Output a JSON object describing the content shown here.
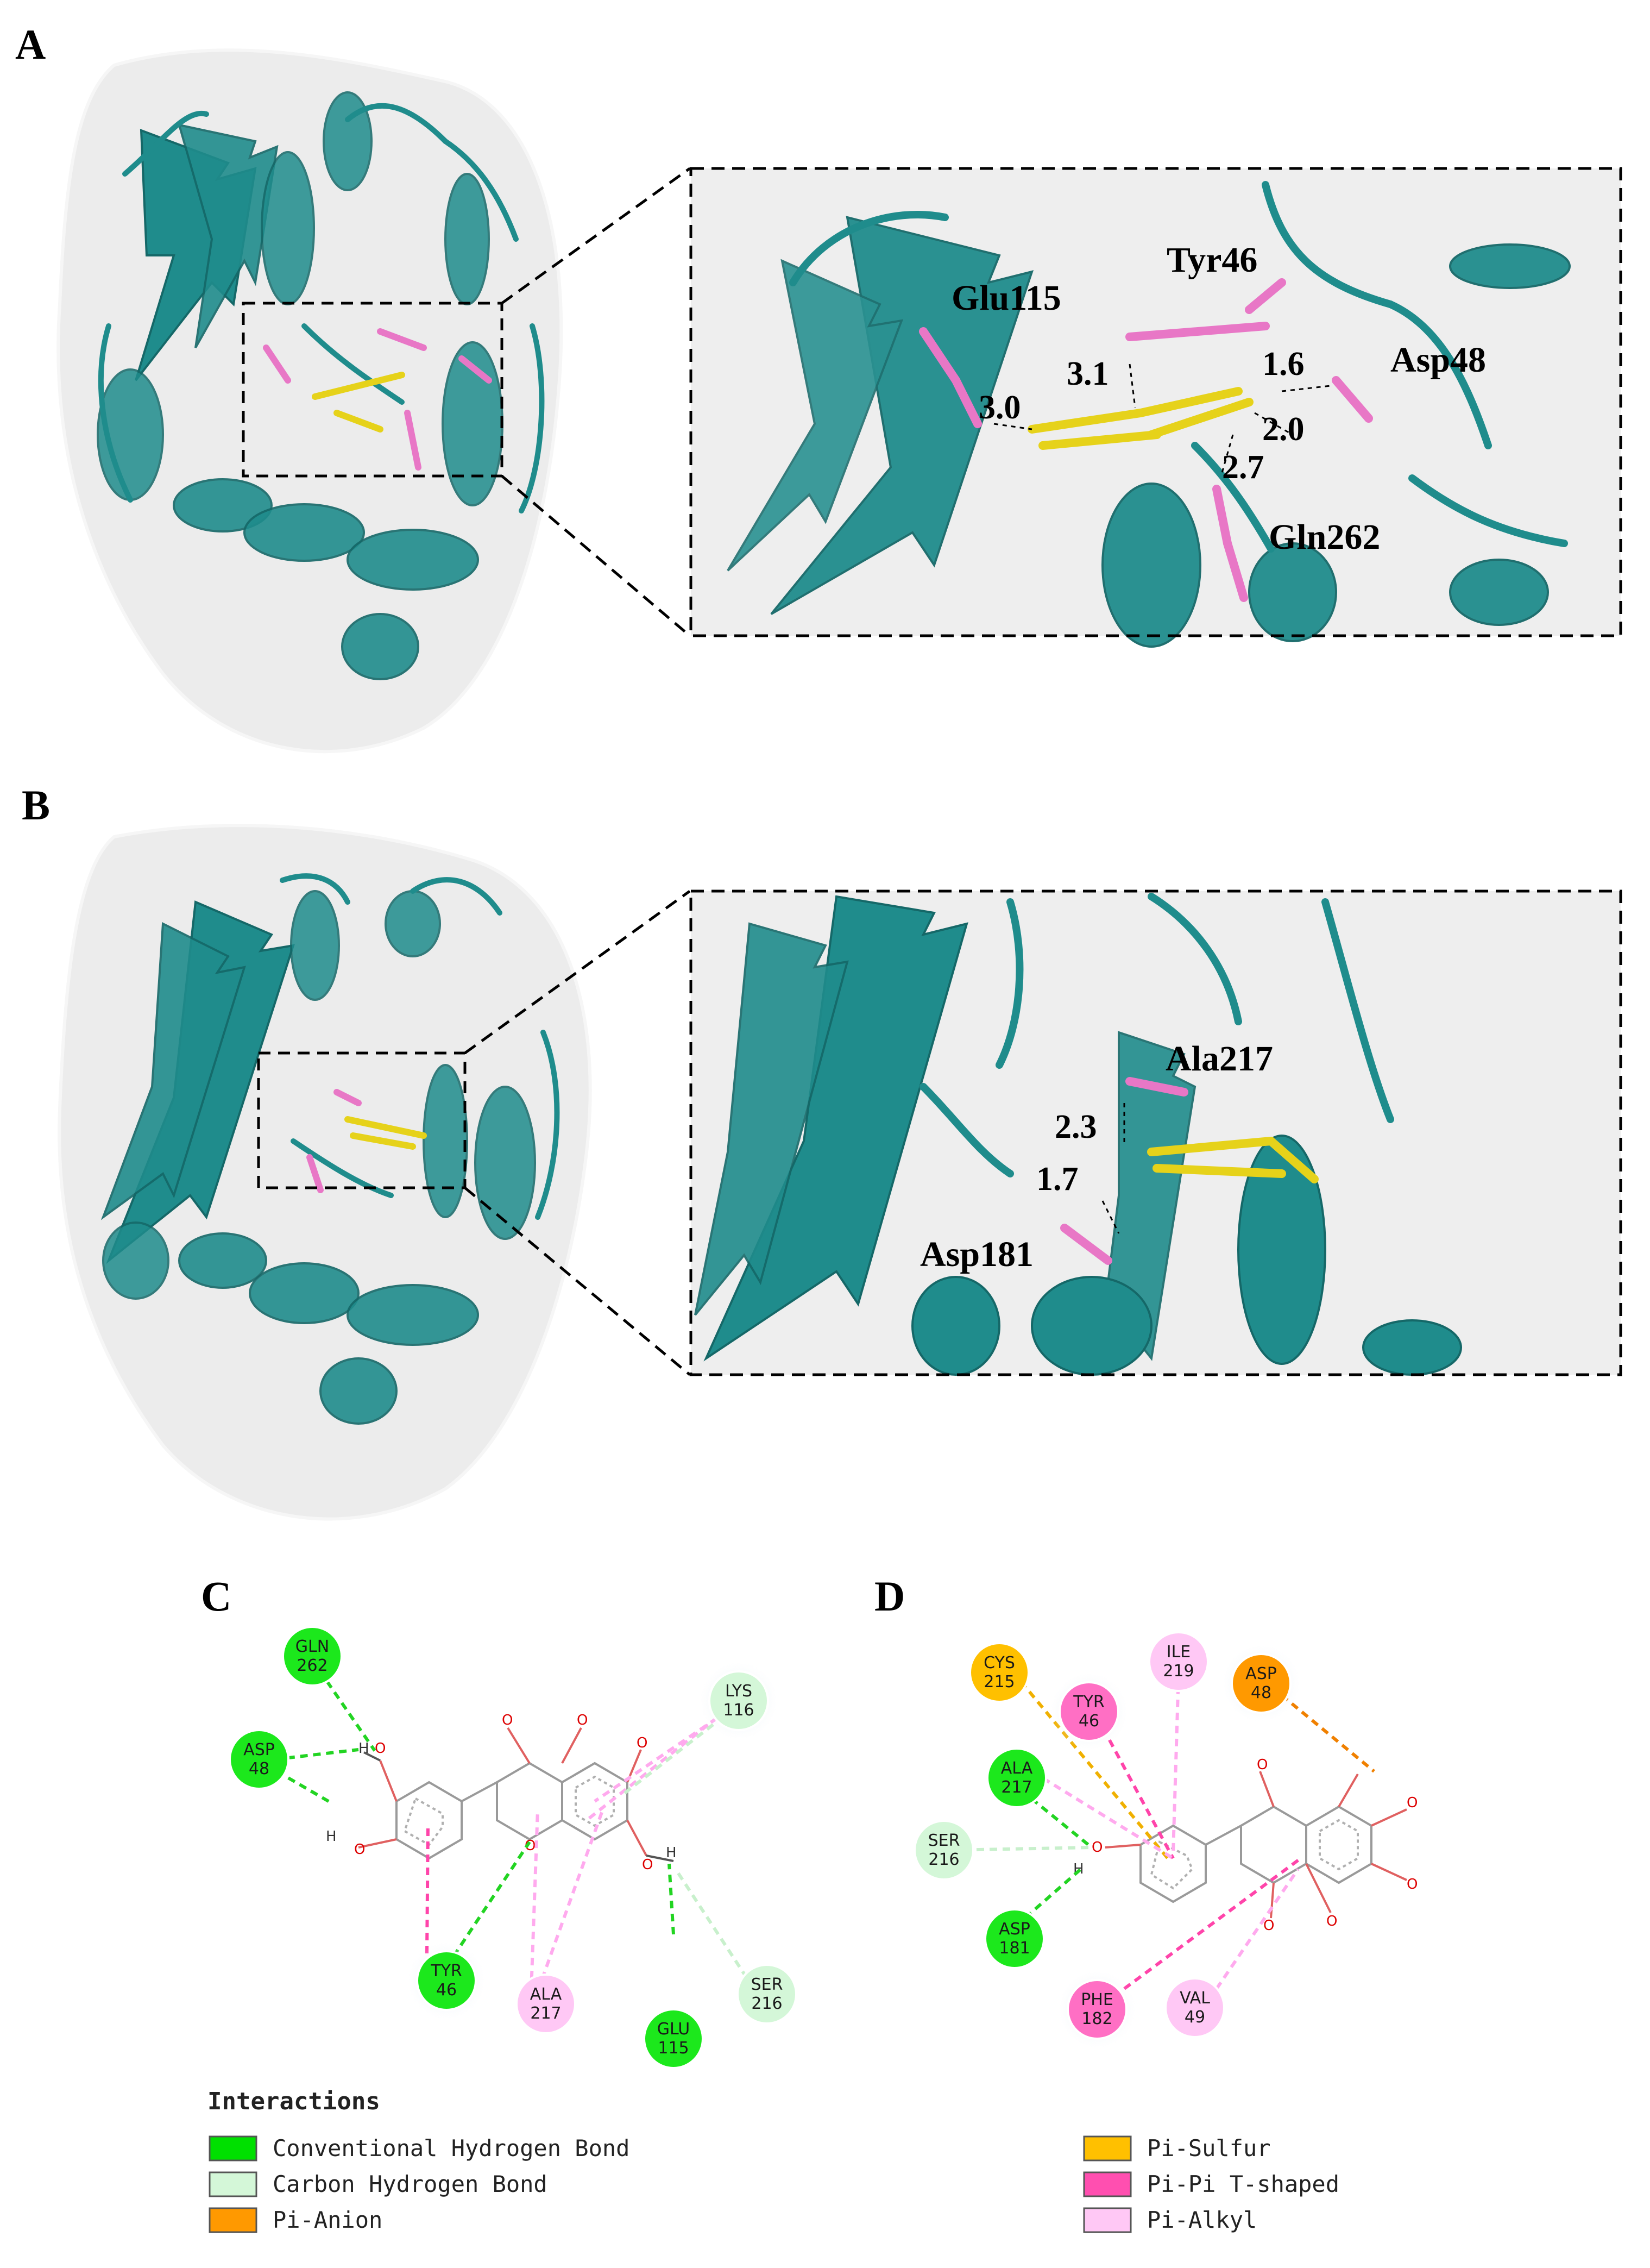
{
  "panels": {
    "A": {
      "letter": "A"
    },
    "B": {
      "letter": "B"
    },
    "C": {
      "letter": "C"
    },
    "D": {
      "letter": "D"
    }
  },
  "panel_a_zoom": {
    "residues": [
      "Glu115",
      "Tyr46",
      "Asp48",
      "Gln262"
    ],
    "distances": [
      "3.0",
      "3.1",
      "1.6",
      "2.0",
      "2.7"
    ]
  },
  "panel_b_zoom": {
    "residues": [
      "Ala217",
      "Asp181"
    ],
    "distances": [
      "2.3",
      "1.7"
    ]
  },
  "panel_c_nodes": [
    {
      "name": "GLN",
      "num": "262",
      "type": "conventional_hbond"
    },
    {
      "name": "ASP",
      "num": "48",
      "type": "conventional_hbond"
    },
    {
      "name": "LYS",
      "num": "116",
      "type": "carbon_hbond"
    },
    {
      "name": "TYR",
      "num": "46",
      "type": "conventional_hbond"
    },
    {
      "name": "ALA",
      "num": "217",
      "type": "pi_alkyl"
    },
    {
      "name": "GLU",
      "num": "115",
      "type": "conventional_hbond"
    },
    {
      "name": "SER",
      "num": "216",
      "type": "carbon_hbond"
    }
  ],
  "panel_d_nodes": [
    {
      "name": "CYS",
      "num": "215",
      "type": "pi_sulfur"
    },
    {
      "name": "ILE",
      "num": "219",
      "type": "pi_alkyl"
    },
    {
      "name": "TYR",
      "num": "46",
      "type": "pi_pi_tshaped"
    },
    {
      "name": "ASP",
      "num": "48",
      "type": "pi_anion"
    },
    {
      "name": "ALA",
      "num": "217",
      "type": "conventional_hbond"
    },
    {
      "name": "SER",
      "num": "216",
      "type": "carbon_hbond"
    },
    {
      "name": "ASP",
      "num": "181",
      "type": "conventional_hbond"
    },
    {
      "name": "PHE",
      "num": "182",
      "type": "pi_pi_tshaped"
    },
    {
      "name": "VAL",
      "num": "49",
      "type": "pi_alkyl"
    }
  ],
  "atoms": {
    "o": "O",
    "h": "H"
  },
  "legend": {
    "title": "Interactions",
    "items": [
      {
        "label": "Conventional Hydrogen Bond",
        "color": "#00e000"
      },
      {
        "label": "Carbon Hydrogen Bond",
        "color": "#d4f7d8"
      },
      {
        "label": "Pi-Anion",
        "color": "#ff9900"
      },
      {
        "label": "Pi-Sulfur",
        "color": "#ffc000"
      },
      {
        "label": "Pi-Pi T-shaped",
        "color": "#ff4fb0"
      },
      {
        "label": "Pi-Alkyl",
        "color": "#ffc8f5"
      }
    ]
  },
  "colors": {
    "protein": "#1f8c8c",
    "surface": "#ececec",
    "ligand": "#e6d21a",
    "residue": "#e877c6"
  }
}
